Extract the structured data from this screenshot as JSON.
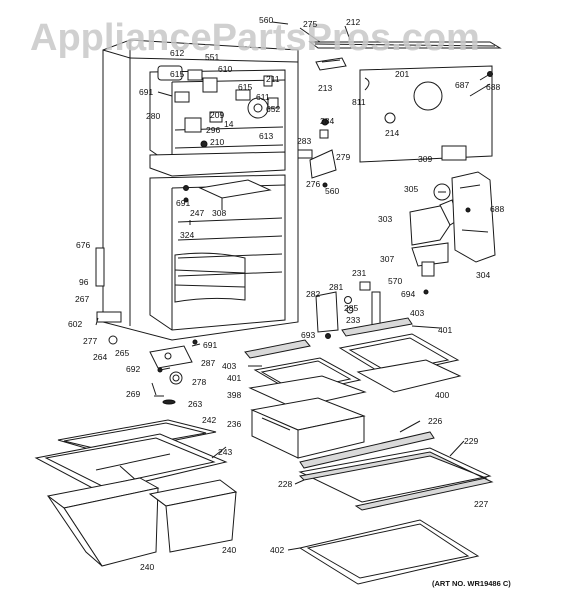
{
  "watermark": "AppliancePartsPros.com",
  "art_number": "(ART NO. WR19486 C)",
  "part_labels": [
    "560",
    "275",
    "212",
    "612",
    "551",
    "615",
    "610",
    "691",
    "211",
    "615",
    "611",
    "652",
    "280",
    "209",
    "14",
    "296",
    "613",
    "210",
    "213",
    "811",
    "201",
    "687",
    "688",
    "214",
    "284",
    "283",
    "279",
    "276",
    "560",
    "309",
    "305",
    "688",
    "303",
    "307",
    "304",
    "691",
    "247",
    "308",
    "324",
    "676",
    "96",
    "267",
    "231",
    "570",
    "694",
    "282",
    "281",
    "285",
    "233",
    "602",
    "277",
    "403",
    "401",
    "693",
    "264",
    "265",
    "691",
    "287",
    "692",
    "278",
    "269",
    "263",
    "403",
    "401",
    "398",
    "400",
    "236",
    "242",
    "243",
    "226",
    "229",
    "228",
    "227",
    "240",
    "240",
    "402"
  ]
}
